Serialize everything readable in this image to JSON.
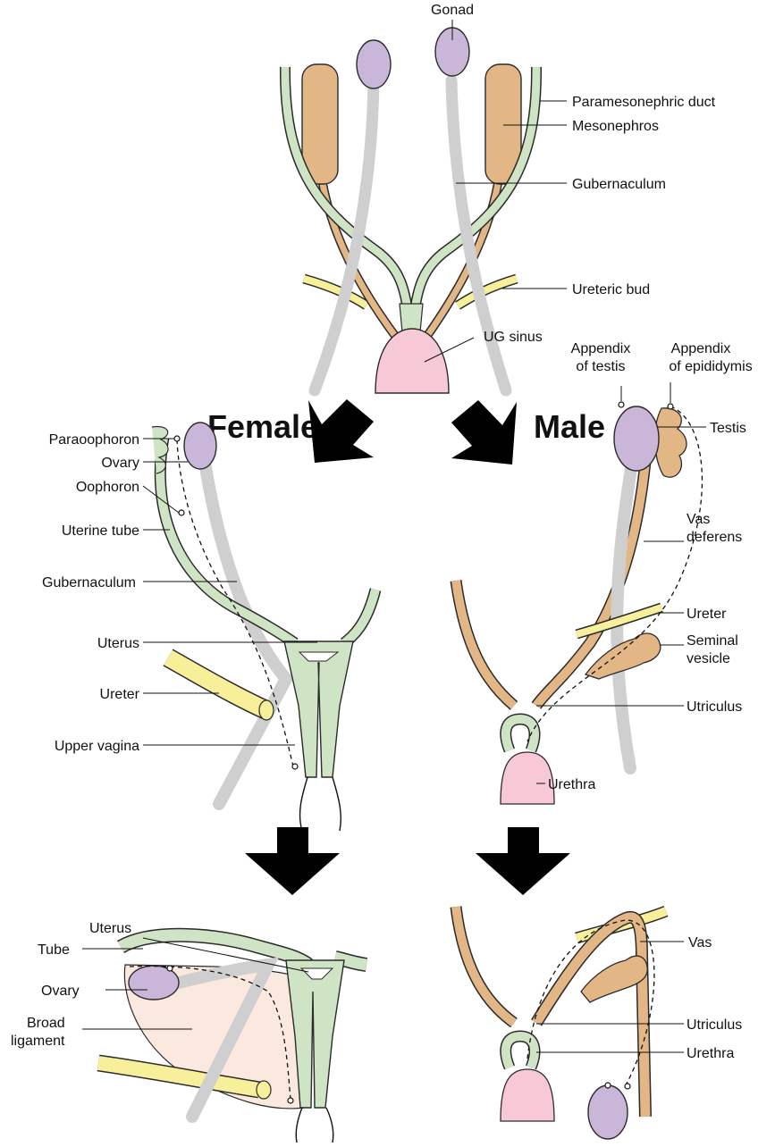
{
  "colors": {
    "gonad": "#c9b6d8",
    "mesonephros": "#e3b685",
    "paramesonephric": "#cfe3c5",
    "gubernaculum": "#cfcfcf",
    "ureter": "#f7ef9a",
    "sinus": "#f7c9d6",
    "broad_ligament": "#fbe9df",
    "outline": "#2b2b2b"
  },
  "top": {
    "gonad": "Gonad",
    "paramesonephric_duct": "Paramesonephric duct",
    "mesonephros": "Mesonephros",
    "gubernaculum": "Gubernaculum",
    "ureteric_bud": "Ureteric bud",
    "ug_sinus": "UG sinus"
  },
  "headings": {
    "female": "Female",
    "male": "Male"
  },
  "female_mid": {
    "paraoophoron": "Paraoophoron",
    "ovary": "Ovary",
    "oophoron": "Oophoron",
    "uterine_tube": "Uterine tube",
    "gubernaculum": "Gubernaculum",
    "uterus": "Uterus",
    "ureter": "Ureter",
    "upper_vagina": "Upper vagina"
  },
  "male_mid": {
    "appendix_testis_1": "Appendix",
    "appendix_testis_2": "of testis",
    "appendix_epididymis_1": "Appendix",
    "appendix_epididymis_2": "of epididymis",
    "testis": "Testis",
    "vas_deferens_1": "Vas",
    "vas_deferens_2": "deferens",
    "ureter": "Ureter",
    "seminal_vesicle_1": "Seminal",
    "seminal_vesicle_2": "vesicle",
    "utriculus": "Utriculus",
    "urethra": "Urethra"
  },
  "female_bottom": {
    "uterus": "Uterus",
    "tube": "Tube",
    "ovary": "Ovary",
    "broad_ligament_1": "Broad",
    "broad_ligament_2": "ligament"
  },
  "male_bottom": {
    "vas": "Vas",
    "utriculus": "Utriculus",
    "urethra": "Urethra"
  }
}
